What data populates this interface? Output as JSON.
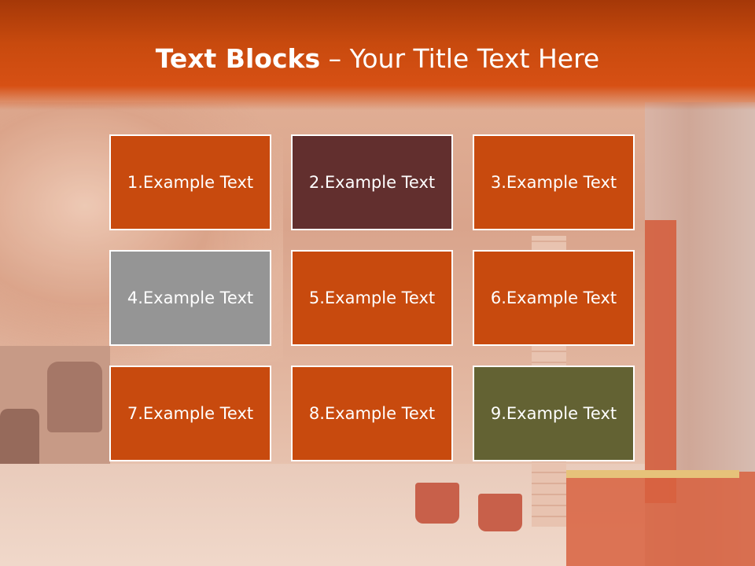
{
  "slide": {
    "title_bold": "Text Blocks",
    "title_dash": " – ",
    "title_rest": "Your Title Text Here"
  },
  "blocks": [
    {
      "label": "1.Example Text",
      "color": "#c84a0e"
    },
    {
      "label": "2.Example Text",
      "color": "#622f2e"
    },
    {
      "label": "3.Example Text",
      "color": "#c84a0e"
    },
    {
      "label": "4.Example Text",
      "color": "#959595"
    },
    {
      "label": "5.Example Text",
      "color": "#c84a0e"
    },
    {
      "label": "6.Example Text",
      "color": "#c84a0e"
    },
    {
      "label": "7.Example Text",
      "color": "#c84a0e"
    },
    {
      "label": "8.Example Text",
      "color": "#c84a0e"
    },
    {
      "label": "9.Example Text",
      "color": "#636233"
    }
  ],
  "colors": {
    "header_accent": "#c84a0e",
    "text": "#ffffff"
  }
}
